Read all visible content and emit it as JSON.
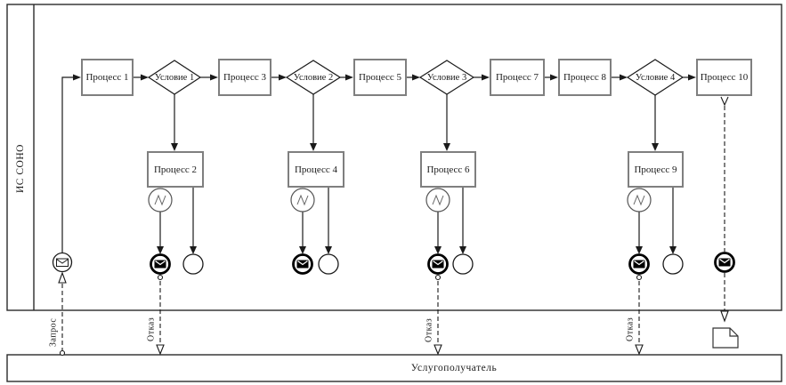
{
  "diagram": {
    "title": "BPMN-style process flow",
    "lanes": {
      "top": {
        "label": "ИС СОНО"
      },
      "bottom": {
        "label": "Услугополучатель"
      }
    },
    "processes": [
      {
        "label": "Процесс 1"
      },
      {
        "label": "Процесс 2"
      },
      {
        "label": "Процесс 3"
      },
      {
        "label": "Процесс 4"
      },
      {
        "label": "Процесс 5"
      },
      {
        "label": "Процесс 6"
      },
      {
        "label": "Процесс 7"
      },
      {
        "label": "Процесс 8"
      },
      {
        "label": "Процесс 9"
      },
      {
        "label": "Процесс 10"
      }
    ],
    "conditions": [
      {
        "label": "Условие 1"
      },
      {
        "label": "Условие 2"
      },
      {
        "label": "Условие 3"
      },
      {
        "label": "Условие 4"
      }
    ],
    "flow_labels": {
      "request": "Запрос",
      "reject": "Отказ"
    },
    "icons": {
      "message_start": "envelope-outline-icon",
      "message_end": "envelope-filled-icon",
      "boundary_event": "zigzag-icon",
      "document": "document-icon"
    },
    "colors": {
      "line": "#1a1a1a",
      "box_border": "#7f7f7f",
      "background": "#ffffff"
    }
  }
}
